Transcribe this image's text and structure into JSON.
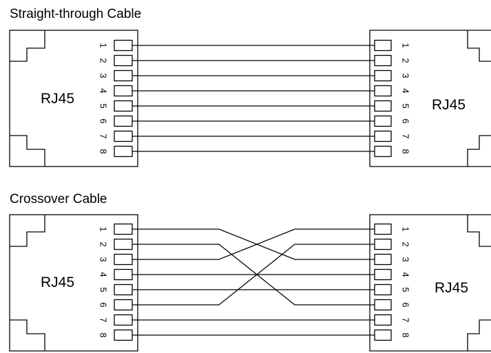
{
  "diagrams": [
    {
      "title": "Straight-through Cable",
      "left_label": "RJ45",
      "right_label": "RJ45",
      "left_pins": [
        "1",
        "2",
        "3",
        "4",
        "5",
        "6",
        "7",
        "8"
      ],
      "right_pins": [
        "1",
        "2",
        "3",
        "4",
        "5",
        "6",
        "7",
        "8"
      ],
      "wiring": [
        [
          1,
          1
        ],
        [
          2,
          2
        ],
        [
          3,
          3
        ],
        [
          4,
          4
        ],
        [
          5,
          5
        ],
        [
          6,
          6
        ],
        [
          7,
          7
        ],
        [
          8,
          8
        ]
      ]
    },
    {
      "title": "Crossover Cable",
      "left_label": "RJ45",
      "right_label": "RJ45",
      "left_pins": [
        "1",
        "2",
        "3",
        "4",
        "5",
        "6",
        "7",
        "8"
      ],
      "right_pins": [
        "1",
        "2",
        "3",
        "4",
        "5",
        "6",
        "7",
        "8"
      ],
      "wiring": [
        [
          1,
          3
        ],
        [
          2,
          6
        ],
        [
          3,
          1
        ],
        [
          4,
          4
        ],
        [
          5,
          5
        ],
        [
          6,
          2
        ],
        [
          7,
          7
        ],
        [
          8,
          8
        ]
      ]
    }
  ]
}
